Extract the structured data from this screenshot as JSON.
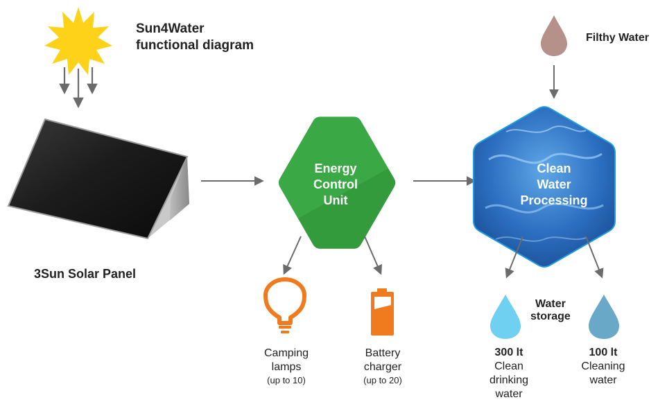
{
  "title": {
    "line1": "Sun4Water",
    "line2": "functional diagram"
  },
  "nodes": {
    "solar_panel": {
      "label": "3Sun Solar Panel"
    },
    "energy_control": {
      "line1": "Energy",
      "line2": "Control",
      "line3": "Unit",
      "color": "#3aa844"
    },
    "water_processing": {
      "line1": "Clean",
      "line2": "Water",
      "line3": "Processing",
      "color": "#2a78c4"
    },
    "filthy_water": {
      "label": "Filthy Water"
    },
    "water_storage": {
      "line1": "Water",
      "line2": "storage"
    }
  },
  "outputs": {
    "camping_lamps": {
      "line1": "Camping",
      "line2": "lamps",
      "note": "(up to 10)",
      "icon": "lightbulb-icon",
      "color": "#f07b1e"
    },
    "battery_charger": {
      "line1": "Battery",
      "line2": "charger",
      "note": "(up to 20)",
      "icon": "battery-icon",
      "color": "#f07b1e"
    },
    "drinking_water": {
      "amount": "300 lt",
      "line1": "Clean",
      "line2": "drinking",
      "line3": "water",
      "icon": "water-drop-icon",
      "color": "#6fd0f2"
    },
    "cleaning_water": {
      "amount": "100 lt",
      "line1": "Cleaning",
      "line2": "water",
      "icon": "water-drop-icon",
      "color": "#6aa8c8"
    }
  },
  "icons": {
    "sun": "sun-icon",
    "filthy_drop": "water-drop-icon",
    "arrows": "arrow-icon"
  }
}
